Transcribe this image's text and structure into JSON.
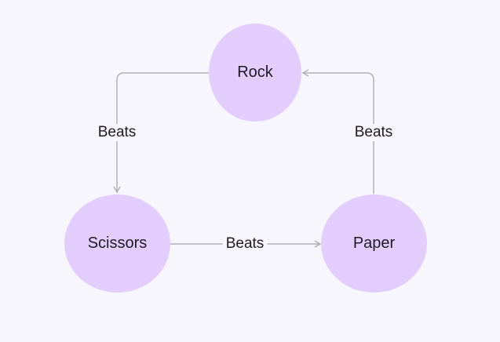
{
  "diagram": {
    "nodes": {
      "rock": "Rock",
      "scissors": "Scissors",
      "paper": "Paper"
    },
    "edges": [
      {
        "from": "rock",
        "to": "scissors",
        "label": "Beats"
      },
      {
        "from": "scissors",
        "to": "paper",
        "label": "Beats"
      },
      {
        "from": "paper",
        "to": "rock",
        "label": "Beats"
      }
    ],
    "colors": {
      "background": "#f8f6fd",
      "node_fill": "#e3cdfd",
      "edge_stroke": "#b3b0b8",
      "text": "#1f1a24"
    }
  }
}
